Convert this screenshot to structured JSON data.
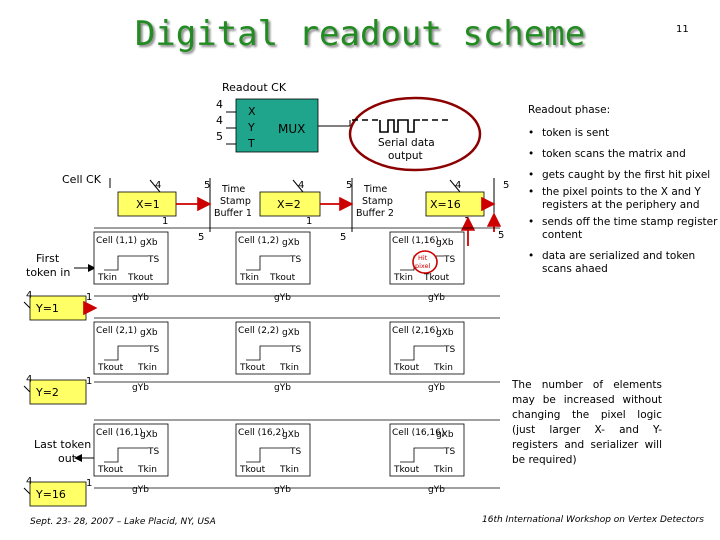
{
  "slide": {
    "title": "Digital readout scheme",
    "page_number": "11"
  },
  "readout_ck": {
    "label": "Readout CK",
    "bus_widths": [
      "4",
      "4",
      "5"
    ],
    "mux_inputs": [
      "X",
      "Y",
      "T"
    ],
    "mux_label": "MUX"
  },
  "serial": {
    "label_line1": "Serial data",
    "label_line2": "output"
  },
  "cell_ck": {
    "label": "Cell CK"
  },
  "time_stamp_buffers": [
    {
      "line1": "Time",
      "line2": "Stamp",
      "line3": "Buffer 1"
    },
    {
      "line1": "Time",
      "line2": "Stamp",
      "line3": "Buffer 2"
    }
  ],
  "x_registers": [
    "X=1",
    "X=2",
    "X=16"
  ],
  "y_registers": [
    "Y=1",
    "Y=2",
    "Y=16"
  ],
  "bus_labels": {
    "four": "4",
    "five": "5",
    "one": "1"
  },
  "token": {
    "first_line1": "First",
    "first_line2": "token in",
    "last_line1": "Last token",
    "last_line2": "out"
  },
  "cells": [
    [
      "Cell (1,1)",
      "Cell (1,2)",
      "Cell (1,16)"
    ],
    [
      "Cell (2,1)",
      "Cell (2,2)",
      "Cell (2,16)"
    ],
    [
      "Cell (16,1)",
      "Cell (16,2)",
      "Cell (16,16)"
    ]
  ],
  "cell_terms": {
    "gxb": "gXb",
    "gyb": "gYb",
    "ts": "TS",
    "tkin": "Tkin",
    "tkout": "Tkout"
  },
  "hit_pixel": {
    "line1": "Hit",
    "line2": "pixel"
  },
  "readout_phase": {
    "title": "Readout phase:",
    "items": [
      "token is sent",
      "token scans the matrix and",
      "gets caught by the first hit pixel",
      "the pixel points to the X and Y registers at the periphery and",
      "sends off the time stamp register content",
      "data are serialized and token scans ahaed"
    ]
  },
  "note": "The number of elements may be increased without changing the pixel logic (just larger X- and Y-registers and serializer will be required)",
  "footer": {
    "left": "Sept. 23- 28, 2007 – Lake Placid, NY, USA",
    "right": "16th International Workshop on Vertex Detectors"
  },
  "colors": {
    "title": "#228B22",
    "mux": "#1FA58C",
    "register": "#FFFF66",
    "hit_ring": "#CC0000",
    "arrow": "#CC0000",
    "serial_ring": "#8B0000"
  }
}
